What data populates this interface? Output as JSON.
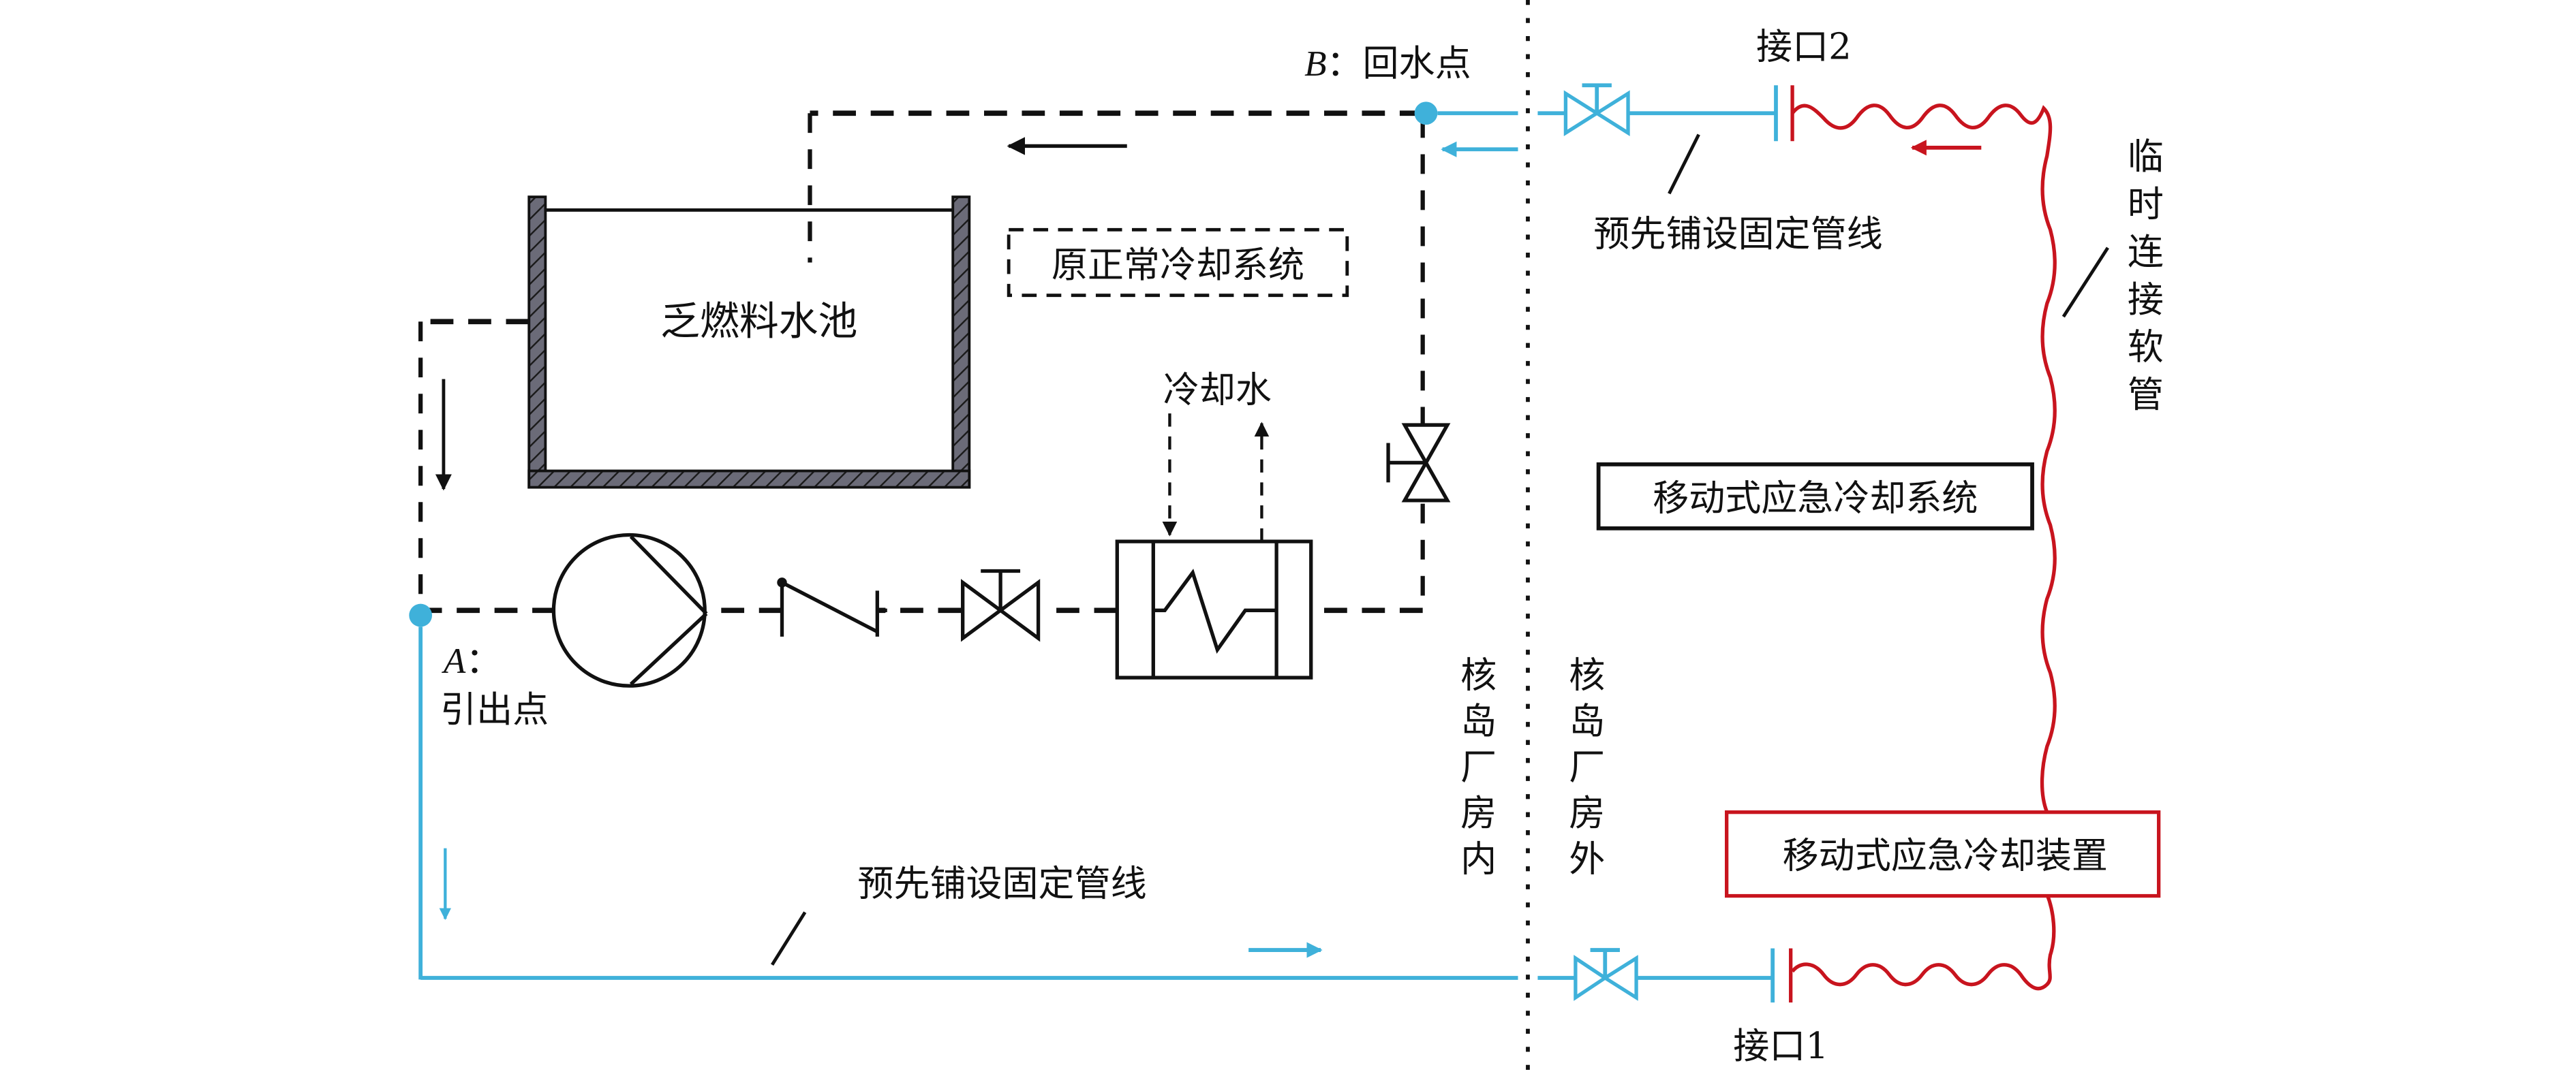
{
  "diagram": {
    "title": "Mobile emergency cooling system connection diagram for spent fuel pool",
    "colors": {
      "original_system": "#111111",
      "fixed_pipeline": "#3fb1da",
      "temporary_hose": "#c8141e",
      "pool_wall": "#5a5a6a",
      "node": "#3fb1da"
    },
    "labels": {
      "pool": "乏燃料水池",
      "original_system": "原正常冷却系统",
      "cooling_water": "冷却水",
      "point_b_letter": "B",
      "point_b_text": "：回水点",
      "point_a_letter": "A",
      "point_a_colon": "：",
      "point_a_text": "引出点",
      "fixed_pipeline_top": "预先铺设固定管线",
      "fixed_pipeline_bottom": "预先铺设固定管线",
      "interface_2": "接口2",
      "interface_1": "接口1",
      "temp_hose": [
        "临",
        "时",
        "连",
        "接",
        "软",
        "管"
      ],
      "inside_building": [
        "核",
        "岛",
        "厂",
        "房",
        "内"
      ],
      "outside_building": [
        "核",
        "岛",
        "厂",
        "房",
        "外"
      ],
      "mobile_system": "移动式应急冷却系统",
      "mobile_device": "移动式应急冷却装置"
    },
    "components": [
      {
        "name": "pump",
        "type": "centrifugal-pump"
      },
      {
        "name": "check-valve",
        "type": "check-valve"
      },
      {
        "name": "gate-valve",
        "type": "manual-valve"
      },
      {
        "name": "heat-exchanger",
        "type": "heat-exchanger"
      },
      {
        "name": "return-valve",
        "type": "manual-valve"
      },
      {
        "name": "outdoor-valve-top",
        "type": "manual-valve"
      },
      {
        "name": "outdoor-valve-bottom",
        "type": "manual-valve"
      }
    ]
  }
}
